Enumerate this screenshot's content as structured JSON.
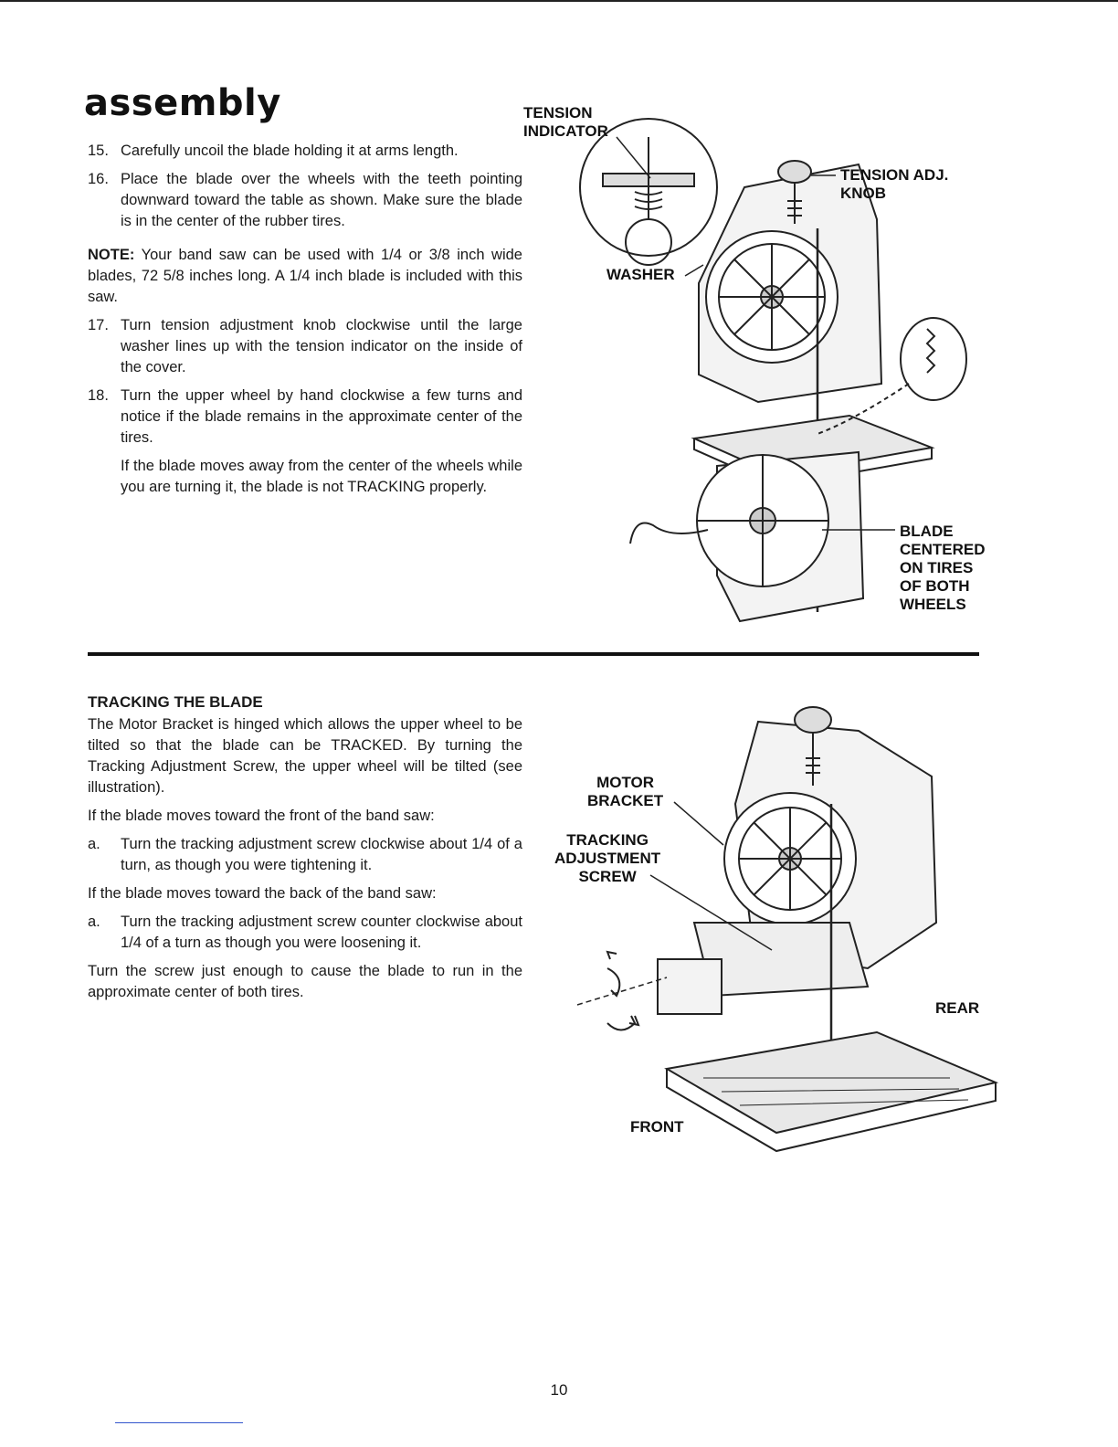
{
  "page": {
    "section_title": "assembly",
    "page_number": "10"
  },
  "steps_top": {
    "step15": {
      "num": "15.",
      "text": "Carefully uncoil the blade holding it at arms length."
    },
    "step16": {
      "num": "16.",
      "text": "Place the blade over the wheels with the teeth pointing downward toward the table as shown. Make sure the blade is in the center of the rubber tires."
    },
    "note": {
      "label": "NOTE:",
      "text": " Your band saw can be used with 1/4 or 3/8 inch wide blades, 72 5/8 inches long. A 1/4 inch blade is included with this saw."
    },
    "step17": {
      "num": "17.",
      "text": "Turn tension adjustment knob clockwise until the large washer lines up with the tension indicator on the inside of the cover."
    },
    "step18": {
      "num": "18.",
      "text": "Turn the upper wheel by hand clockwise a few turns and notice if the blade remains in the approximate center of the tires."
    },
    "step18_followup": "If the blade moves away from the center of the wheels while you are turning it, the blade is not TRACKING properly."
  },
  "tracking": {
    "heading": "TRACKING THE BLADE",
    "intro": "The Motor Bracket is hinged which allows the upper wheel to be tilted so that the blade can be TRACKED. By turning the Tracking Adjustment Screw, the upper wheel will be tilted (see illustration).",
    "front_condition": "If the blade moves toward the front of the band saw:",
    "front_action": {
      "letter": "a.",
      "text": "Turn the tracking adjustment screw clockwise about 1/4 of a turn, as though you were tightening it."
    },
    "back_condition": "If the blade moves toward the back of the band saw:",
    "back_action": {
      "letter": "a.",
      "text": "Turn the tracking adjustment screw counter clockwise about 1/4 of a turn as though you were loosening it."
    },
    "closing": "Turn the screw just enough to cause the blade to run in the approximate center of both tires."
  },
  "figure_top": {
    "tension_indicator": "TENSION\nINDICATOR",
    "tension_knob": "TENSION ADJ.\nKNOB",
    "washer": "WASHER",
    "blade_centered": "BLADE\nCENTERED\nON TIRES\nOF BOTH\nWHEELS"
  },
  "figure_bottom": {
    "motor_bracket": "MOTOR\nBRACKET",
    "tracking_screw": "TRACKING\nADJUSTMENT\nSCREW",
    "rear": "REAR",
    "front": "FRONT"
  }
}
